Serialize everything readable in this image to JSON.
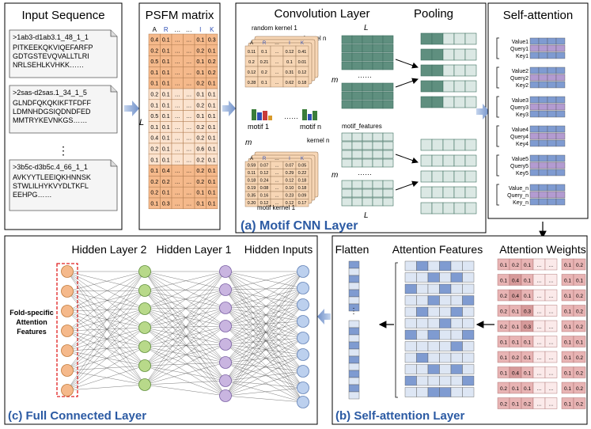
{
  "panels": {
    "input_title": "Input Sequence",
    "psfm_title": "PSFM matrix",
    "conv_title": "Convolution Layer",
    "pool_title": "Pooling",
    "selfatt_title": "Self-attention",
    "cnn_caption": "(a) Motif CNN Layer",
    "flatten_title": "Flatten",
    "attfeat_title": "Attention Features",
    "attweights_title": "Attention Weights",
    "selfatt_caption": "(b) Self-attention Layer",
    "fc_caption": "(c) Full Connected Layer",
    "hidden2": "Hidden Layer 2",
    "hidden1": "Hidden Layer 1",
    "hidden_inputs": "Hidden Inputs",
    "fold_label": [
      "Fold-specific",
      "Attention",
      "Features"
    ]
  },
  "sequences": [
    {
      "header": ">1ab3-d1ab3.1_48_1_1",
      "lines": [
        "PITKEEKQKVIQEFARFP",
        "GDTGSTEVQVALLTLRI",
        "NRLSEHLKVHKK……"
      ]
    },
    {
      "header": ">2sas-d2sas.1_34_1_5",
      "lines": [
        "GLNDFQKQKIKFTFDFF",
        "LDMNHDGSIQDNDFED",
        "MMTRYKEVNKGS……"
      ]
    },
    {
      "header": ">3b5c-d3b5c.4_66_1_1",
      "lines": [
        "AVKYYTLEEIQKHNNSK",
        "STWLILHYKVYDLTKFL",
        "EEHPG……"
      ]
    }
  ],
  "seq_ellipsis": "⋮",
  "psfm": {
    "cols": [
      "A",
      "R",
      "…",
      "…",
      "I",
      "K"
    ],
    "rows": [
      [
        "0.4",
        "0.1",
        "…",
        "…",
        "0.1",
        "0.3"
      ],
      [
        "0.2",
        "0.1",
        "…",
        "…",
        "0.2",
        "0.1"
      ],
      [
        "0.5",
        "0.1",
        "…",
        "…",
        "0.1",
        "0.2"
      ],
      [
        "0.1",
        "0.1",
        "…",
        "…",
        "0.1",
        "0.2"
      ],
      [
        "0.1",
        "0.1",
        "…",
        "…",
        "0.2",
        "0.1"
      ],
      [
        "0.2",
        "0.1",
        "…",
        "…",
        "0.1",
        "0.1"
      ],
      [
        "0.1",
        "0.1",
        "…",
        "…",
        "0.2",
        "0.1"
      ],
      [
        "0.5",
        "0.1",
        "…",
        "…",
        "0.1",
        "0.1"
      ],
      [
        "0.1",
        "0.1",
        "…",
        "…",
        "0.2",
        "0.1"
      ],
      [
        "0.4",
        "0.1",
        "…",
        "…",
        "0.2",
        "0.1"
      ],
      [
        "0.2",
        "0.1",
        "…",
        "…",
        "0.6",
        "0.1"
      ],
      [
        "0.1",
        "0.1",
        "…",
        "…",
        "0.2",
        "0.1"
      ],
      [
        "0.1",
        "0.4",
        "…",
        "…",
        "0.2",
        "0.1"
      ],
      [
        "0.2",
        "0.2",
        "…",
        "…",
        "0.2",
        "0.1"
      ],
      [
        "0.2",
        "0.1",
        "…",
        "…",
        "0.1",
        "0.1"
      ],
      [
        "0.1",
        "0.3",
        "…",
        "…",
        "0.1",
        "0.1"
      ]
    ],
    "row_label": "L"
  },
  "conv": {
    "random_kernel_1": "random kernel 1",
    "kernel_n": "kernel n",
    "motif_kernel_1": "motif kernel 1",
    "kernel_n_bottom": "kernel n",
    "motif_1": "motif 1",
    "motif_n": "motif n",
    "motif_features": "motif_features",
    "m": "m",
    "L": "L",
    "dots": "……",
    "kernel_cols": [
      "A",
      "R",
      "…",
      "I",
      "K"
    ],
    "random_vals": [
      [
        "0.11",
        "0.1",
        "…",
        "0.12",
        "0.41"
      ],
      [
        "0.2",
        "0.21",
        "…",
        "0.1",
        "0.01"
      ],
      [
        "0.12",
        "0.2",
        "…",
        "0.31",
        "0.12"
      ],
      [
        "0.28",
        "0.1",
        "…",
        "0.62",
        "0.18"
      ]
    ],
    "motif_vals": [
      [
        "0.59",
        "0.07",
        "…",
        "0.07",
        "0.05"
      ],
      [
        "0.11",
        "0.12",
        "…",
        "0.29",
        "0.22"
      ],
      [
        "0.18",
        "0.24",
        "…",
        "0.12",
        "0.18"
      ],
      [
        "0.19",
        "0.08",
        "…",
        "0.10",
        "0.18"
      ],
      [
        "0.35",
        "0.16",
        "…",
        "0.23",
        "0.09"
      ],
      [
        "0.20",
        "0.12",
        "…",
        "0.12",
        "0.17"
      ]
    ]
  },
  "qkv": [
    {
      "value": "Value1",
      "query": "Query1",
      "key": "Key1"
    },
    {
      "value": "Value2",
      "query": "Query2",
      "key": "Key2"
    },
    {
      "value": "Value3",
      "query": "Query3",
      "key": "Key3"
    },
    {
      "value": "Value4",
      "query": "Query4",
      "key": "Key4"
    },
    {
      "value": "Value5",
      "query": "Query5",
      "key": "Key5"
    },
    {
      "value": "Value_n",
      "query": "Query_n",
      "key": "Key_n"
    }
  ],
  "weights": [
    [
      "0.1",
      "0.2",
      "0.1",
      "…",
      "…",
      "0.1",
      "0.2"
    ],
    [
      "0.1",
      "0.4",
      "0.1",
      "…",
      "…",
      "0.1",
      "0.1"
    ],
    [
      "0.2",
      "0.4",
      "0.1",
      "…",
      "…",
      "0.1",
      "0.2"
    ],
    [
      "0.2",
      "0.1",
      "0.3",
      "…",
      "…",
      "0.1",
      "0.2"
    ],
    [
      "0.2",
      "0.1",
      "0.3",
      "…",
      "…",
      "0.1",
      "0.2"
    ],
    [
      "0.1",
      "0.1",
      "0.1",
      "…",
      "…",
      "0.1",
      "0.1"
    ],
    [
      "0.1",
      "0.2",
      "0.1",
      "…",
      "…",
      "0.1",
      "0.2"
    ],
    [
      "0.1",
      "0.4",
      "0.1",
      "…",
      "…",
      "0.1",
      "0.2"
    ],
    [
      "0.2",
      "0.1",
      "0.1",
      "…",
      "…",
      "0.1",
      "0.2"
    ],
    [
      "0.2",
      "0.1",
      "0.2",
      "…",
      "…",
      "0.1",
      "0.2"
    ]
  ],
  "colors": {
    "orange": "#f5b98b",
    "orange_light": "#fbe3cf",
    "teal": "#5f8f7f",
    "teal_light": "#dbe8e4",
    "blue": "#7f9bd1",
    "purple": "#b39bd1",
    "red_light": "#e8b4b4",
    "caption_blue": "#2b5aa3"
  }
}
